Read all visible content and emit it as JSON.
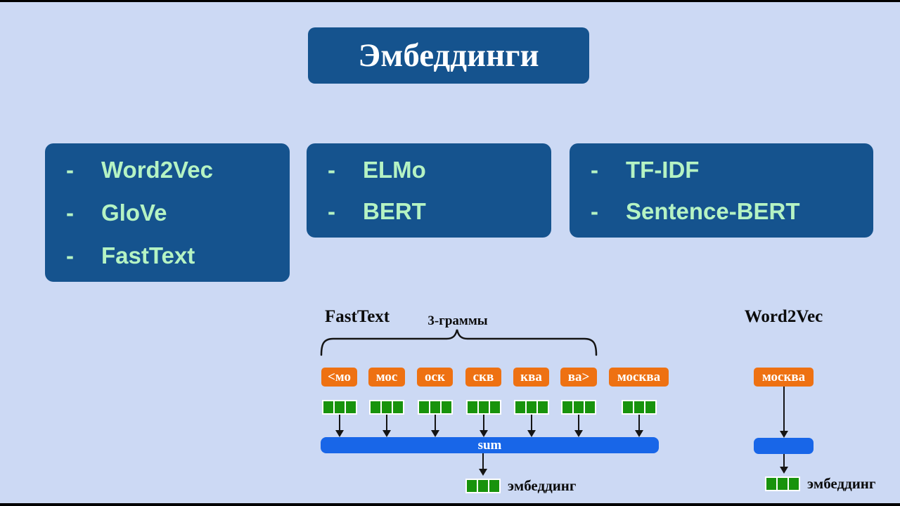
{
  "title": "Эмбеддинги",
  "bullet": "-",
  "method_boxes": [
    {
      "items": [
        "Word2Vec",
        "GloVe",
        "FastText"
      ]
    },
    {
      "items": [
        "ELMo",
        "BERT"
      ]
    },
    {
      "items": [
        "TF-IDF",
        "Sentence-BERT"
      ]
    }
  ],
  "fasttext_diagram": {
    "title": "FastText",
    "brace_label": "3-граммы",
    "ngrams": [
      "<мо",
      "мос",
      "оск",
      "скв",
      "ква",
      "ва>"
    ],
    "word": "москва",
    "sum_label": "sum",
    "embedding_label": "эмбеддинг"
  },
  "word2vec_diagram": {
    "title": "Word2Vec",
    "word": "москва",
    "embedding_label": "эмбеддинг"
  },
  "colors": {
    "background": "#ccd9f4",
    "panel_blue": "#15538e",
    "list_text_green": "#b5f3c3",
    "ngram_orange": "#ee7112",
    "vector_green": "#18930c",
    "sum_bar_blue": "#1866e8"
  }
}
